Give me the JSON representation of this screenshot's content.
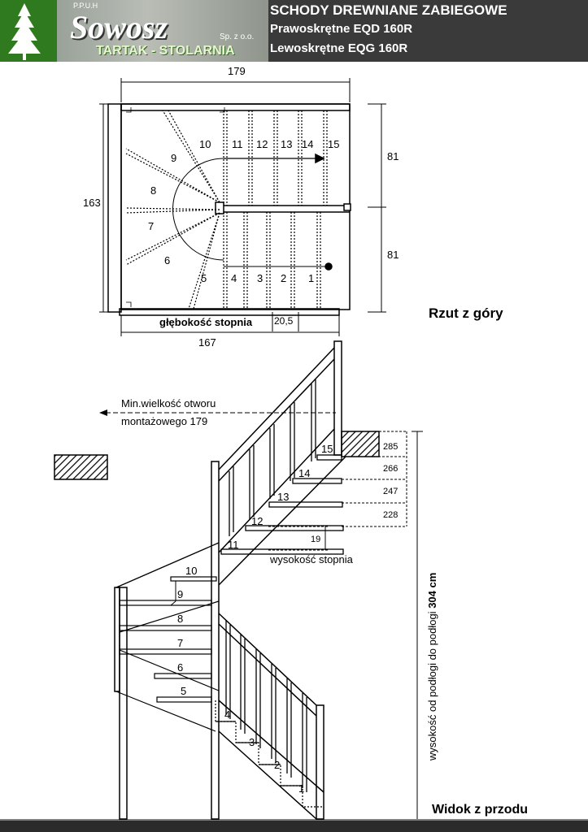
{
  "header": {
    "company_prefix": "P.P.U.H",
    "company_name": "Sowosz",
    "company_suffix": "Sp. z o.o.",
    "company_tagline": "TARTAK - STOLARNIA",
    "title": "SCHODY DREWNIANE ZABIEGOWE",
    "subtitle_right": "Prawoskrętne EQD 160R",
    "subtitle_left": "Lewoskrętne EQG 160R",
    "colors": {
      "header_bg": "#3a3a3a",
      "logo_green": "#2e6b1e",
      "text": "#ffffff"
    }
  },
  "plan_view": {
    "title": "Rzut z góry",
    "dim_width_top": "179",
    "dim_height": "163",
    "dim_upper_right": "81",
    "dim_lower_right": "81",
    "dim_width_bottom": "167",
    "tread_depth_label": "głębokość stopnia",
    "tread_depth_value": "20,5",
    "step_numbers": [
      "1",
      "2",
      "3",
      "4",
      "5",
      "6",
      "7",
      "8",
      "9",
      "10",
      "11",
      "12",
      "13",
      "14",
      "15"
    ]
  },
  "front_view": {
    "title": "Widok z przodu",
    "opening_label_line1": "Min.wielkość otworu",
    "opening_label_line2": "montażowego 179",
    "step_height_label": "wysokość stopnia",
    "step_height_value": "19",
    "total_height_label": "wysokość od podłogi do podłogi",
    "total_height_value": "304 cm",
    "level_values": [
      "285",
      "266",
      "247",
      "228"
    ],
    "step_numbers": [
      "1",
      "2",
      "3",
      "4",
      "5",
      "6",
      "7",
      "8",
      "9",
      "10",
      "11",
      "12",
      "13",
      "14",
      "15"
    ]
  }
}
